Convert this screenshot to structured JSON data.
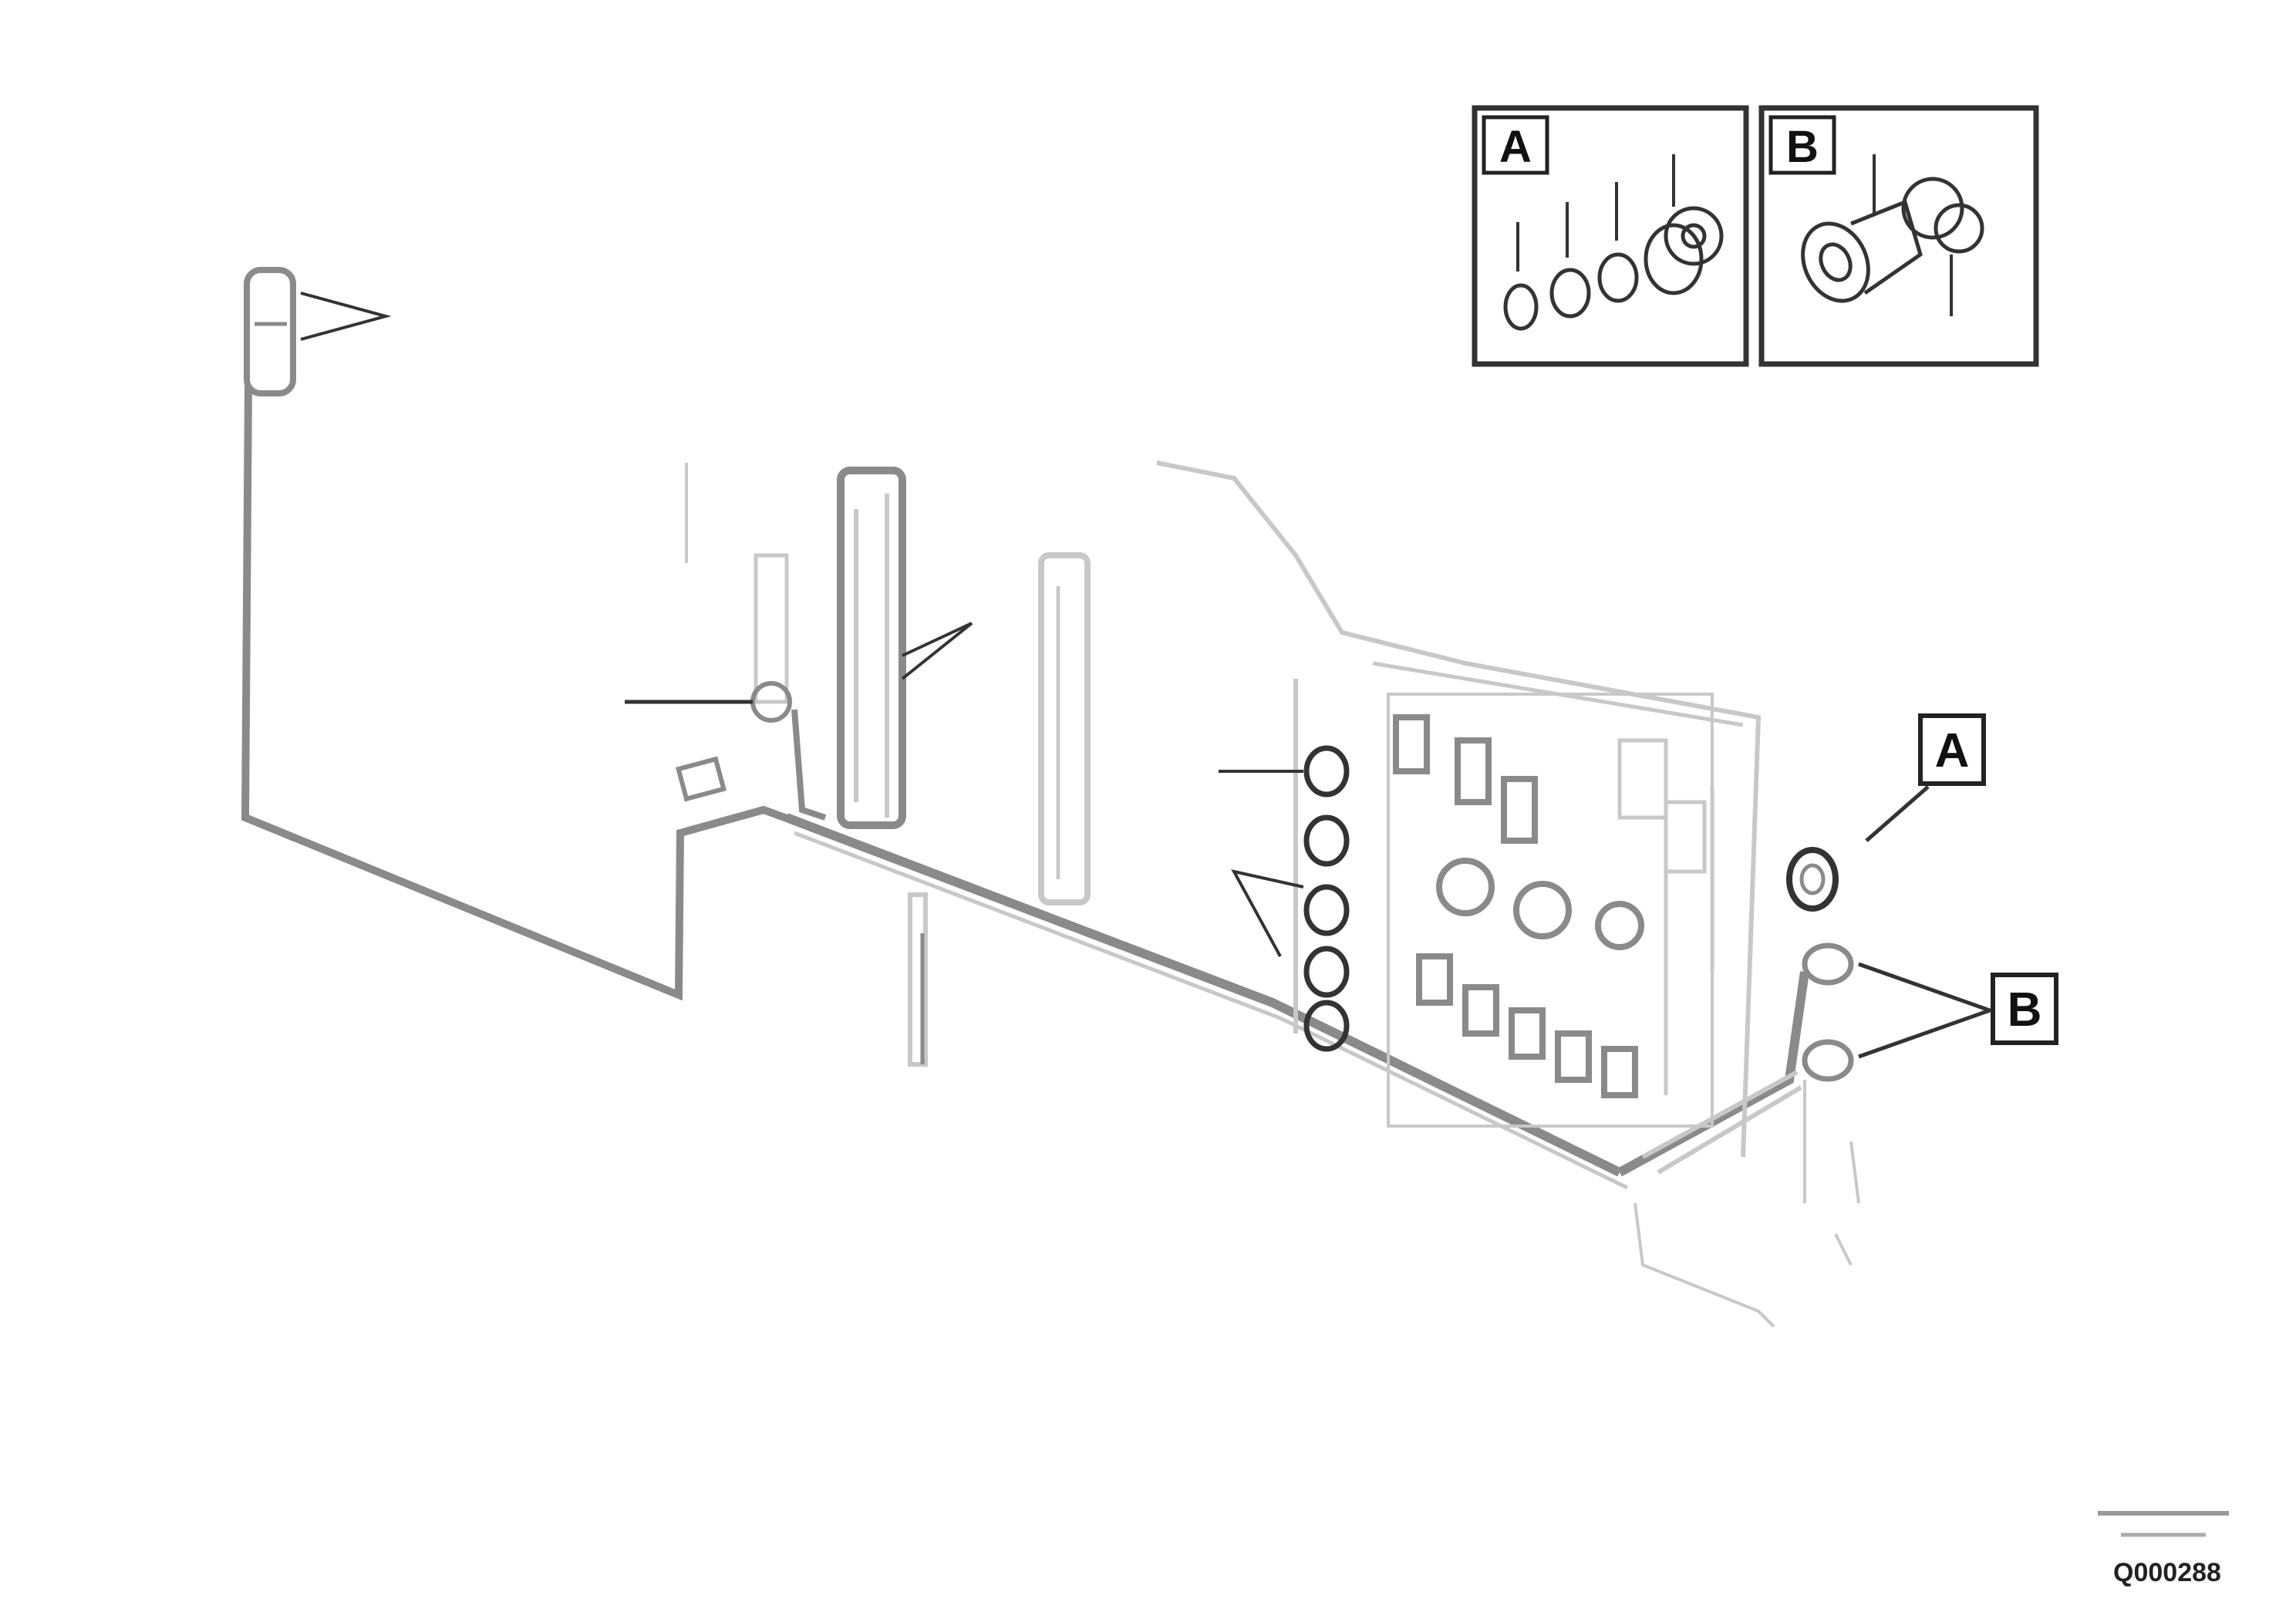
{
  "callouts": {
    "view_a_label": "A",
    "view_b_label": "B"
  },
  "stamp": {
    "code": "Q000288"
  }
}
